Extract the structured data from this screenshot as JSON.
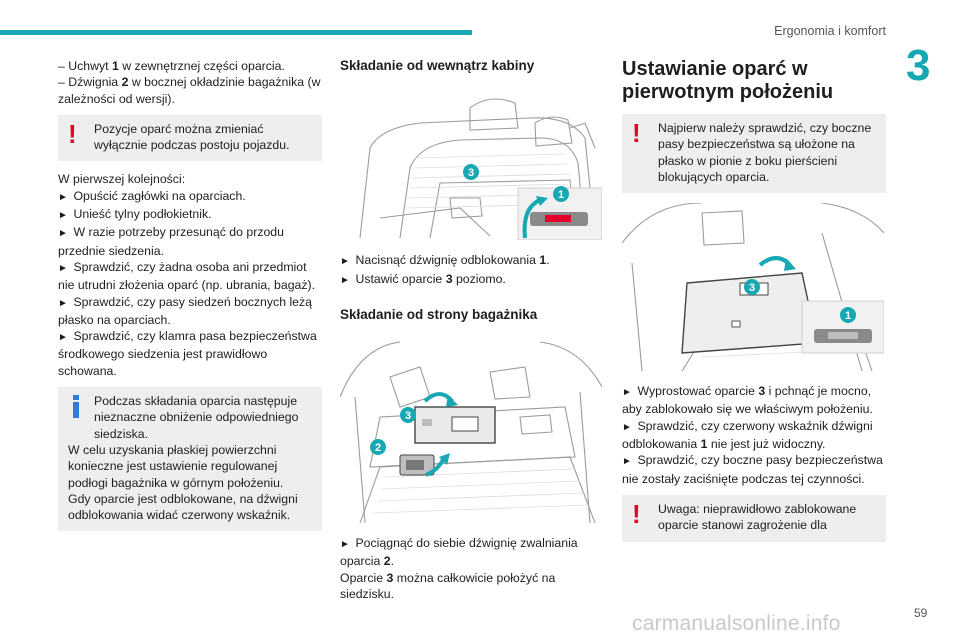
{
  "header": {
    "chapter_title": "Ergonomia i komfort",
    "chapter_number": "3",
    "page_number": "59",
    "watermark": "carmanualsonline.info"
  },
  "col1": {
    "intro": [
      {
        "pre": "– Uchwyt ",
        "num": "1",
        "post": " w zewnętrznej części oparcia."
      },
      {
        "pre": "– Dźwignia ",
        "num": "2",
        "post": " w bocznej okładzinie bagażnika (w zależności od wersji)."
      }
    ],
    "warning": "Pozycje oparć można zmieniać wyłącznie podczas postoju pojazdu.",
    "first_label": "W pierwszej kolejności:",
    "steps": [
      "Opuścić zagłówki na oparciach.",
      "Unieść tylny podłokietnik.",
      "W razie potrzeby przesunąć do przodu przednie siedzenia.",
      "Sprawdzić, czy żadna osoba ani przedmiot nie utrudni złożenia oparć (np. ubrania, bagaż).",
      "Sprawdzić, czy pasy siedzeń bocznych leżą płasko na oparciach.",
      "Sprawdzić, czy klamra pasa bezpieczeństwa środkowego siedzenia jest prawidłowo schowana."
    ],
    "info": {
      "line1": "Podczas składania oparcia następuje nieznaczne obniżenie odpowiedniego siedziska.",
      "line2": "W celu uzyskania płaskiej powierzchni konieczne jest ustawienie regulowanej podłogi bagażnika w górnym położeniu.",
      "line3": "Gdy oparcie jest odblokowane, na dźwigni odblokowania widać czerwony wskaźnik."
    }
  },
  "col2": {
    "heading1": "Składanie od wewnątrz kabiny",
    "fig1_callouts": [
      "3",
      "1"
    ],
    "step1a": {
      "pre": "Nacisnąć dźwignię odblokowania ",
      "num": "1",
      "post": "."
    },
    "step1b": {
      "pre": "Ustawić oparcie ",
      "num": "3",
      "post": " poziomo."
    },
    "heading2": "Składanie od strony bagażnika",
    "fig2_callouts": [
      "3",
      "2"
    ],
    "step2a": {
      "pre": "Pociągnąć do siebie dźwignię zwalniania oparcia ",
      "num": "2",
      "post": "."
    },
    "step2b": {
      "pre": "Oparcie ",
      "num": "3",
      "post": " można całkowicie położyć na siedzisku."
    }
  },
  "col3": {
    "heading": "Ustawianie oparć w pierwotnym położeniu",
    "warning": "Najpierw należy sprawdzić, czy boczne pasy bezpieczeństwa są ułożone na płasko w pionie z boku pierścieni blokujących oparcia.",
    "fig_callouts": [
      "3",
      "1"
    ],
    "step_a": {
      "pre": "Wyprostować oparcie ",
      "num": "3",
      "post": " i pchnąć je mocno, aby zablokowało się we właściwym położeniu."
    },
    "step_b": {
      "pre": "Sprawdzić, czy czerwony wskaźnik dźwigni odblokowania ",
      "num": "1",
      "post": " nie jest już widoczny."
    },
    "step_c": "Sprawdzić, czy boczne pasy bezpieczeństwa nie zostały zaciśnięte podczas tej czynności.",
    "warning2": "Uwaga: nieprawidłowo zablokowane oparcie stanowi zagrożenie dla"
  },
  "colors": {
    "accent": "#17a8b4",
    "warning": "#e4002b",
    "info": "#2f7bd8",
    "box_bg": "#eeeeee"
  }
}
